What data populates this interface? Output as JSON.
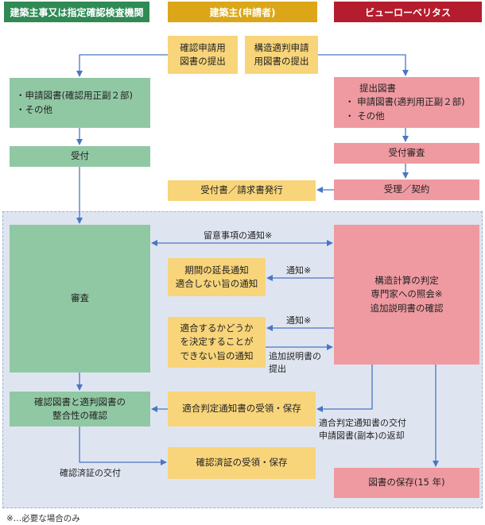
{
  "headers": {
    "left": "建築主事又は指定確認検査機関",
    "center": "建築主(申請者)",
    "right": "ビューローベリタス"
  },
  "boxes": {
    "kakunin_shinsei": "確認申請用\n図書の提出",
    "kozo_tekihan": "構造適判申請\n用図書の提出",
    "shinsei_tosho_items": [
      "・申請図書(確認用正副２部)",
      "・その他"
    ],
    "teishutsu_title": "提出図書",
    "teishutsu_items": [
      "・ 申請図書(適判用正副２部)",
      "・ その他"
    ],
    "uketsuke": "受付",
    "uketsuke_shinsa": "受付審査",
    "uketsuke_seikyu": "受付書／請求書発行",
    "juri_keiyaku": "受理／契約",
    "shinsa": "審査",
    "kikan_encho": "期間の延長通知\n適合しない旨の通知",
    "tekigo_kettei": "適合するかどうか\nを決定することが\nできない旨の通知",
    "kozo_keisan": "構造計算の判定\n専門家への照会※\n追加説明書の確認",
    "seigosei": "確認図書と適判図書の\n整合性の確認",
    "tekigo_hantei_juryo": "適合判定通知書の受領・保存",
    "kakunin_zumi_juryo": "確認済証の受領・保存",
    "tosho_hozon": "図書の保存(15 年)"
  },
  "labels": {
    "ryui_jiko": "留意事項の通知※",
    "tsuchi1": "通知※",
    "tsuchi2": "通知※",
    "tsuika_setsumei": "追加説明書の\n提出",
    "tekigo_kofu": "適合判定通知書の交付\n申請図書(副本)の返却",
    "kakunin_kofu": "確認済証の交付"
  },
  "footnote": "※…必要な場合のみ",
  "colors": {
    "green_header": "#2f8a55",
    "yellow_header": "#dba719",
    "red_header": "#b51c2d",
    "green_box": "#91c8a4",
    "yellow_box": "#f8d57a",
    "red_box": "#ef9aa1",
    "arrow": "#4a76c4",
    "region": "#dfe5f0"
  }
}
